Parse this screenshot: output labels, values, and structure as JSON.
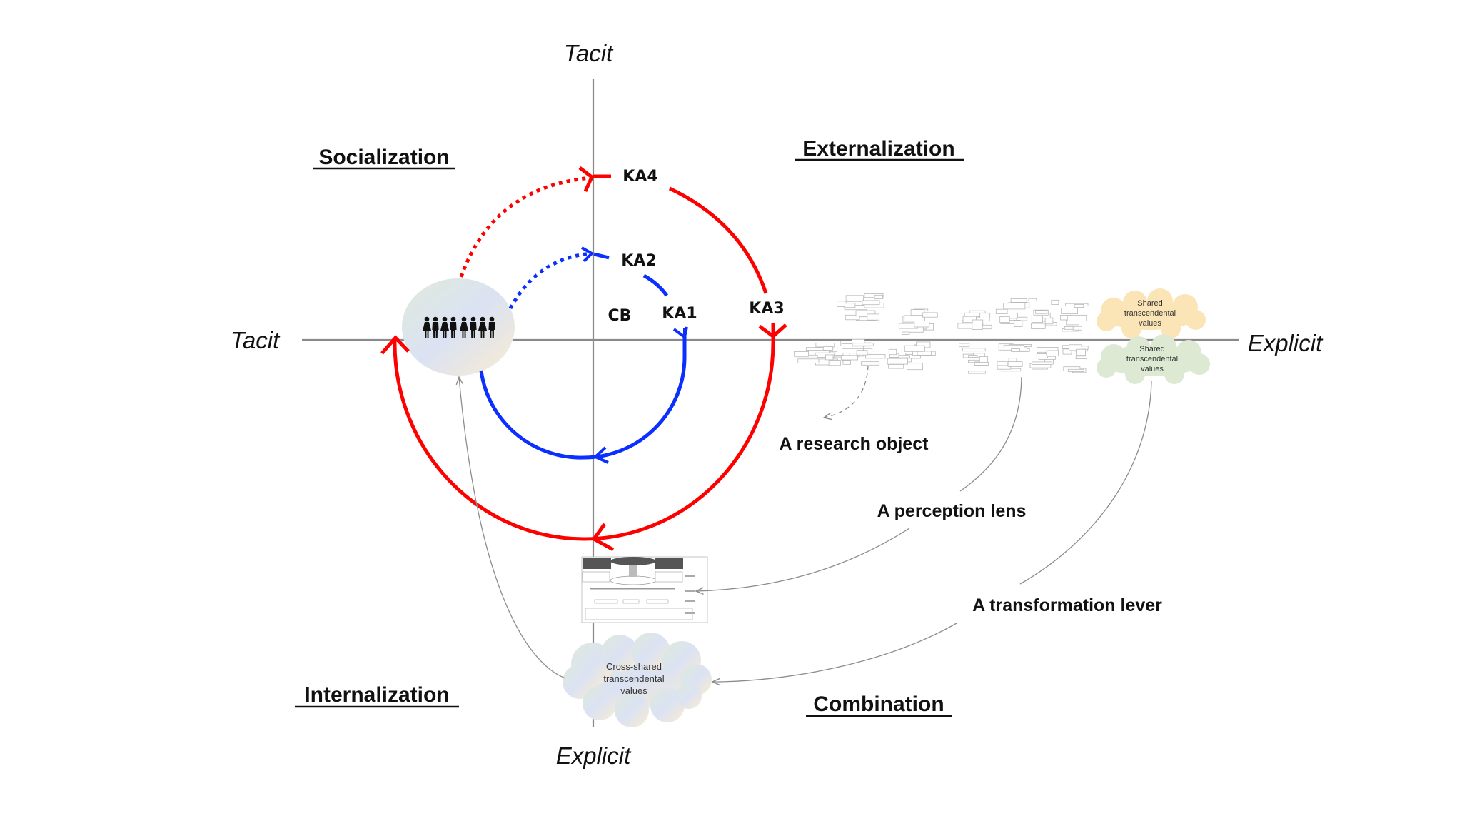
{
  "axes": {
    "top": "Tacit",
    "bottom": "Explicit",
    "left": "Tacit",
    "right": "Explicit"
  },
  "quadrants": {
    "top_left": "Socialization",
    "top_right": "Externalization",
    "bottom_left": "Internalization",
    "bottom_right": "Combination"
  },
  "cycle_labels": {
    "ka1": "KA1",
    "ka2": "KA2",
    "ka3": "KA3",
    "ka4": "KA4",
    "cb": "CB"
  },
  "cycles": [
    {
      "name": "inner-cycle",
      "color": "#0a2fff",
      "nodes": [
        "KA2",
        "KA1",
        "CB"
      ]
    },
    {
      "name": "outer-cycle",
      "color": "#ff0000",
      "nodes": [
        "KA4",
        "KA3"
      ]
    }
  ],
  "roles": {
    "research_object": "A research object",
    "perception_lens": "A perception lens",
    "transformation_lever": "A transformation lever"
  },
  "clouds": {
    "shared_yellow": [
      "Shared",
      "transcendental",
      "values"
    ],
    "shared_green": [
      "Shared",
      "transcendental",
      "values"
    ],
    "cross_shared": [
      "Cross-shared",
      "transcendental",
      "values"
    ]
  },
  "colors": {
    "red": "#ff0000",
    "blue": "#0a2fff",
    "axis": "#8a8a8a",
    "connector": "#8c8c8c",
    "cloud_yellow": "#fbe4b6",
    "cloud_green": "#dde9d3"
  },
  "community_icon": "group-of-people-icon"
}
